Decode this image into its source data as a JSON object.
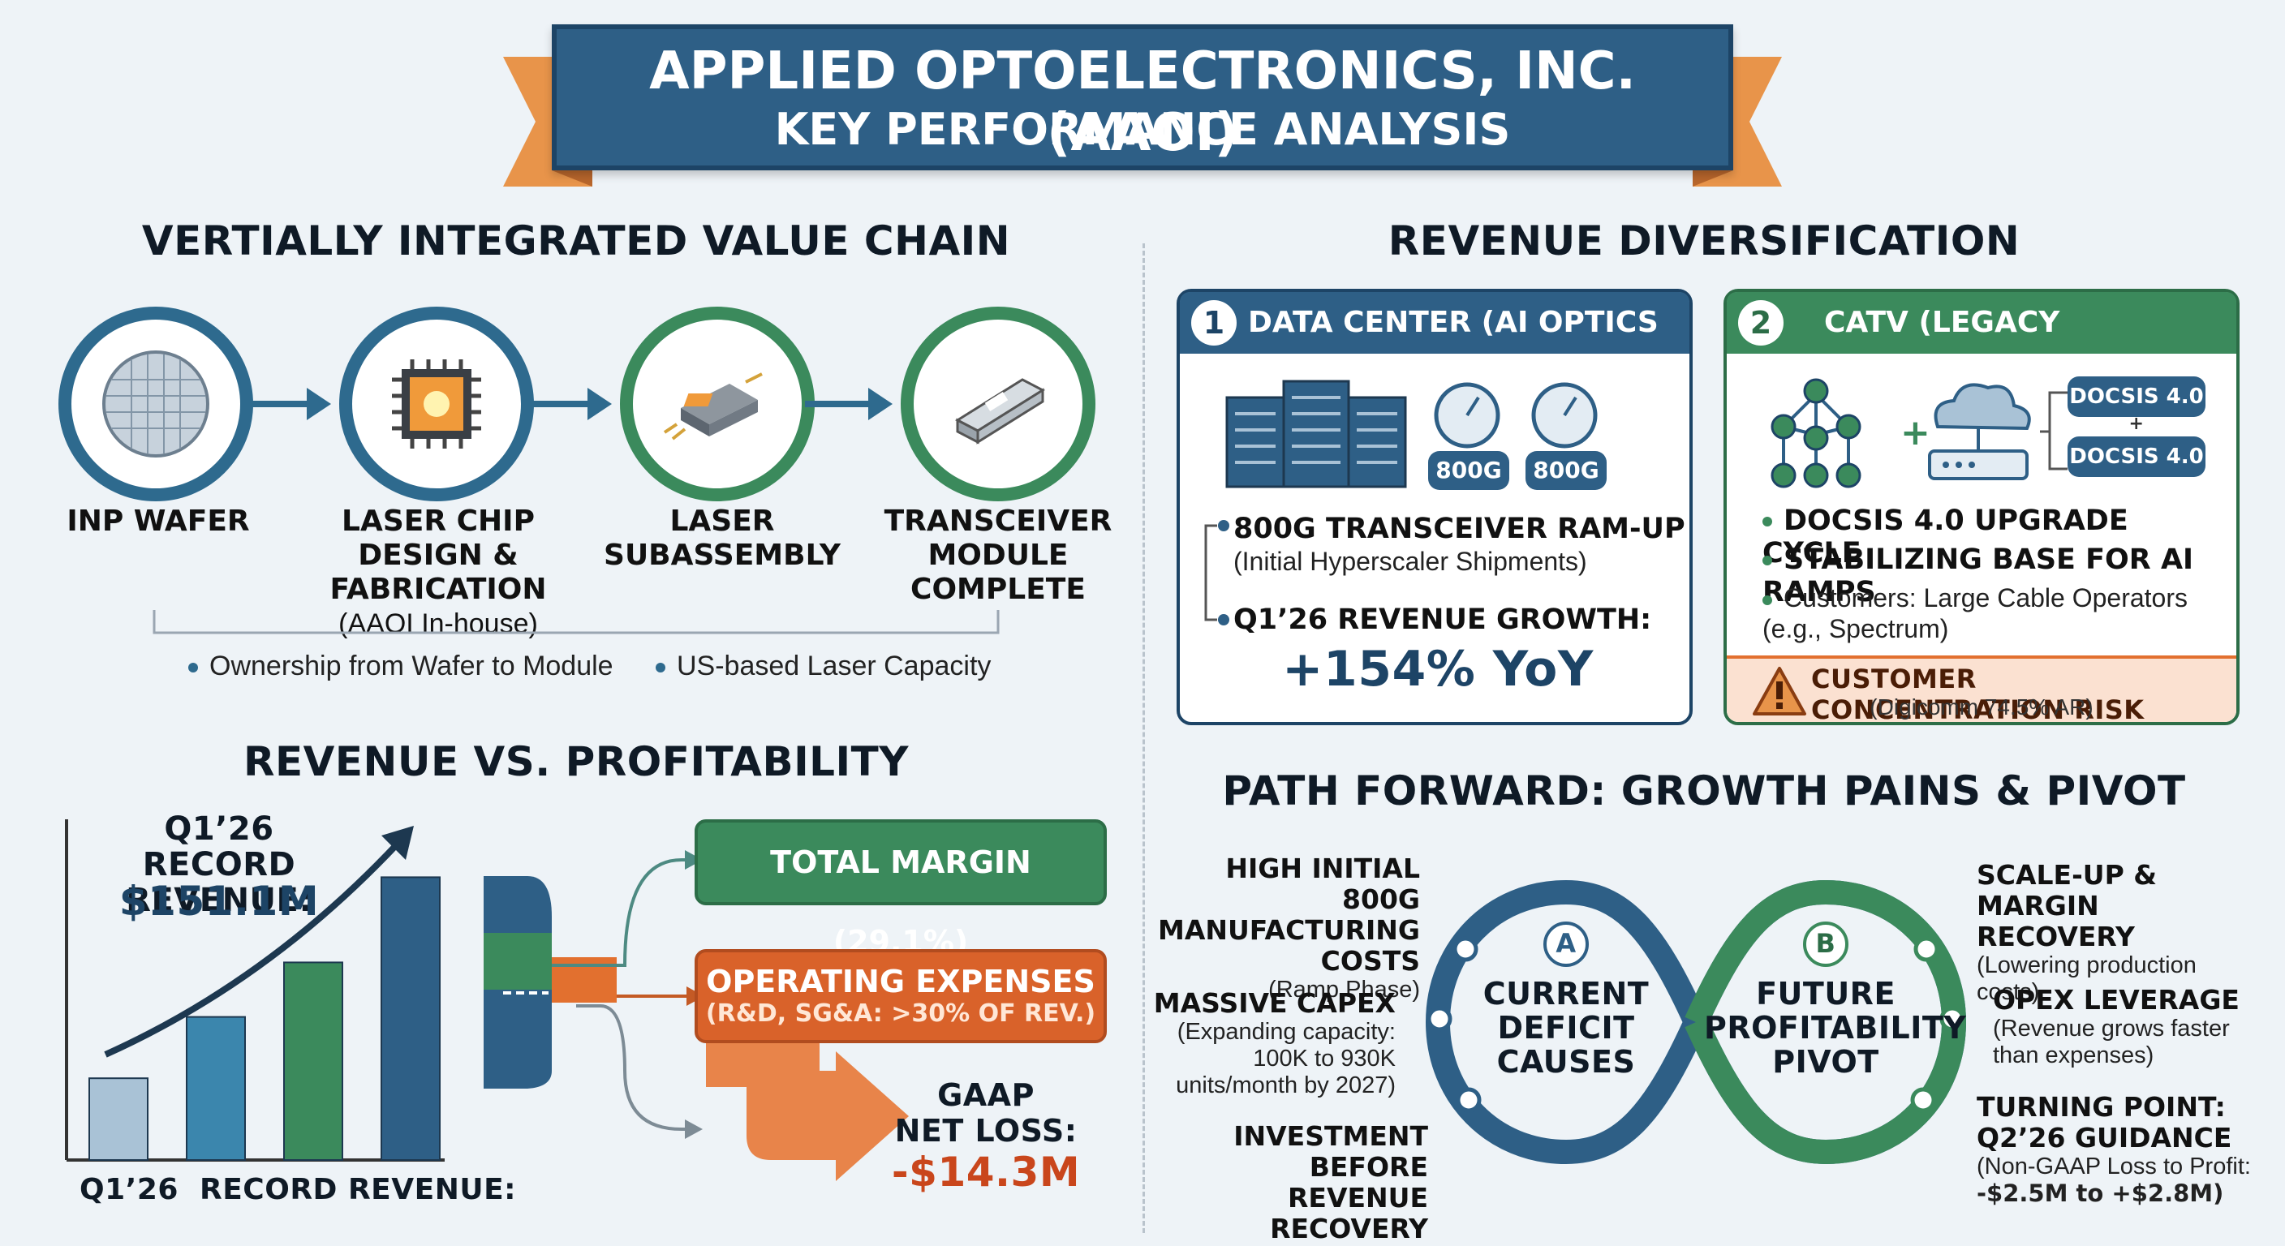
{
  "header": {
    "title": "APPLIED OPTOELECTRONICS, INC. (AAOI)",
    "subtitle": "KEY PERFORMANCE ANALYSIS"
  },
  "value_chain": {
    "heading": "VERTIALLY INTEGRATED VALUE CHAIN",
    "steps": [
      {
        "label": "INP WAFER",
        "icon": "wafer-icon"
      },
      {
        "label": "LASER CHIP DESIGN & FABRICATION",
        "note": "(AAOI In-house)",
        "icon": "laser-chip-icon"
      },
      {
        "label": "LASER SUBASSEMBLY",
        "icon": "subassembly-icon"
      },
      {
        "label": "TRANSCEIVER MODULE COMPLETE",
        "icon": "transceiver-icon"
      }
    ],
    "bullets": [
      "Ownership from Wafer to Module",
      "US-based Laser Capacity"
    ]
  },
  "revenue_profit": {
    "heading": "REVENUE VS. PROFITABILITY",
    "record_label": "Q1’26\nRECORD REVENUE:",
    "record_value": "$151.1M",
    "x_caption": "Q1’26  RECORD REVENUE:",
    "total_margin": "TOTAL MARGIN (29.1%)",
    "opex_title": "OPERATING EXPENSES",
    "opex_note": "(R&D, SG&A: >30% OF REV.)",
    "net_loss_label": "GAAP\nNET LOSS:",
    "net_loss_value": "-$14.3M",
    "bars": [
      {
        "value": 0.24,
        "color": "#a9c2d6"
      },
      {
        "value": 0.42,
        "color": "#3b86ad"
      },
      {
        "value": 0.58,
        "color": "#3b8a5c"
      },
      {
        "value": 0.83,
        "color": "#2e5f86"
      }
    ]
  },
  "diversification": {
    "heading": "REVENUE DIVERSIFICATION",
    "data_center": {
      "num": "1",
      "title": "DATA CENTER (AI OPTICS RAMP)",
      "badges": [
        "800G",
        "800G"
      ],
      "item1_bold": "800G TRANSCEIVER RAM-UP",
      "item1_note": "(Initial Hyperscaler Shipments)",
      "item2_bold": "Q1’26 REVENUE GROWTH:",
      "growth": "+154% YoY"
    },
    "catv": {
      "num": "2",
      "title": "CATV (LEGACY STABILITY)",
      "docsis_a": "DOCSIS 4.0",
      "plus": "+",
      "docsis_b": "DOCSIS 4.0",
      "plus_big": "+",
      "bullets_bold": [
        "DOCSIS 4.0 UPGRADE CYCLE",
        "STABILIZING BASE FOR AI RAMPS"
      ],
      "bullet_note": "Customers: Large Cable Operators\n(e.g., Spectrum)",
      "risk_title": "CUSTOMER CONCENTRATION RISK",
      "risk_note": "(Digicomm 74.5% AR)"
    }
  },
  "path_forward": {
    "heading": "PATH FORWARD: GROWTH PAINS & PIVOT",
    "left_loop": {
      "badge": "A",
      "label": "CURRENT\nDEFICIT\nCAUSES"
    },
    "right_loop": {
      "badge": "B",
      "label": "FUTURE\nPROFITABILITY\nPIVOT"
    },
    "left_items": [
      {
        "bold": "HIGH INITIAL 800G\nMANUFACTURING\nCOSTS",
        "note": "(Ramp Phase)"
      },
      {
        "bold": "MASSIVE CAPEX",
        "note": "(Expanding capacity:\n100K to 930K\nunits/month by 2027)"
      },
      {
        "bold": "INVESTMENT BEFORE\nREVENUE RECOVERY",
        "note": ""
      }
    ],
    "right_items": [
      {
        "bold": "SCALE-UP & MARGIN\nRECOVERY",
        "note": "(Lowering production\ncosts)"
      },
      {
        "bold": "OPEX LEVERAGE",
        "note": "(Revenue grows faster\nthan expenses)"
      },
      {
        "bold": "TURNING POINT:\nQ2’26 GUIDANCE",
        "note": "(Non-GAAP Loss to Profit:",
        "note_bold": "-$2.5M to +$2.8M)"
      }
    ]
  },
  "colors": {
    "navy": "#2e5f86",
    "green": "#3b8a5c",
    "orange": "#e2702f",
    "gold": "#e8944a"
  }
}
